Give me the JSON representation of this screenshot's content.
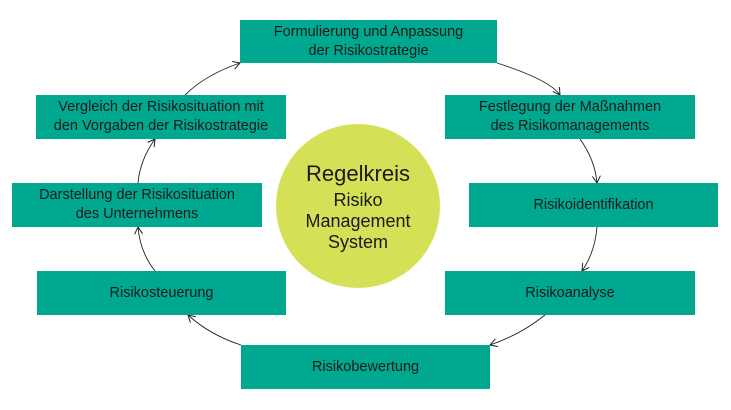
{
  "diagram": {
    "center": {
      "title": "Regelkreis",
      "lines": [
        "Risiko",
        "Management",
        "System"
      ]
    },
    "steps": [
      {
        "id": "formulierung",
        "lines": [
          "Formulierung und Anpassung",
          "der Risikostrategie"
        ]
      },
      {
        "id": "festlegung",
        "lines": [
          "Festlegung der Maßnahmen",
          "des Risikomanagements"
        ]
      },
      {
        "id": "identifikation",
        "lines": [
          "Risikoidentifikation"
        ]
      },
      {
        "id": "analyse",
        "lines": [
          "Risikoanalyse"
        ]
      },
      {
        "id": "bewertung",
        "lines": [
          "Risikobewertung"
        ]
      },
      {
        "id": "steuerung",
        "lines": [
          "Risikosteuerung"
        ]
      },
      {
        "id": "darstellung",
        "lines": [
          "Darstellung der Risikosituation",
          "des Unternehmens"
        ]
      },
      {
        "id": "vergleich",
        "lines": [
          "Vergleich der Risikosituation mit",
          "den Vorgaben der Risikostrategie"
        ]
      }
    ],
    "colors": {
      "box": "#00a88f",
      "circle": "#d4e157",
      "text": "#1a1a1a",
      "arrow": "#222222"
    }
  }
}
